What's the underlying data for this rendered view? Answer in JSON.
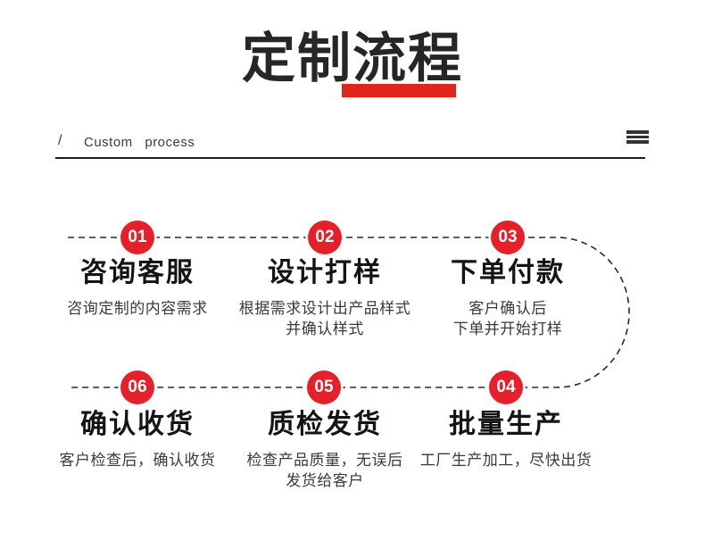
{
  "header": {
    "title": "定制流程",
    "subtitle_slash": "/",
    "subtitle_en": "Custom process"
  },
  "colors": {
    "accent_bar_red": "#e0261c",
    "circle_red": "#e6202a"
  },
  "steps": [
    {
      "num": "01",
      "title": "咨询客服",
      "desc": "咨询定制的内容需求"
    },
    {
      "num": "02",
      "title": "设计打样",
      "desc": "根据需求设计出产品样式\n并确认样式"
    },
    {
      "num": "03",
      "title": "下单付款",
      "desc": "客户确认后\n下单并开始打样"
    },
    {
      "num": "04",
      "title": "批量生产",
      "desc": "工厂生产加工，尽快出货"
    },
    {
      "num": "05",
      "title": "质检发货",
      "desc": "检查产品质量，无误后\n发货给客户"
    },
    {
      "num": "06",
      "title": "确认收货",
      "desc": "客户检查后，确认收货"
    }
  ]
}
